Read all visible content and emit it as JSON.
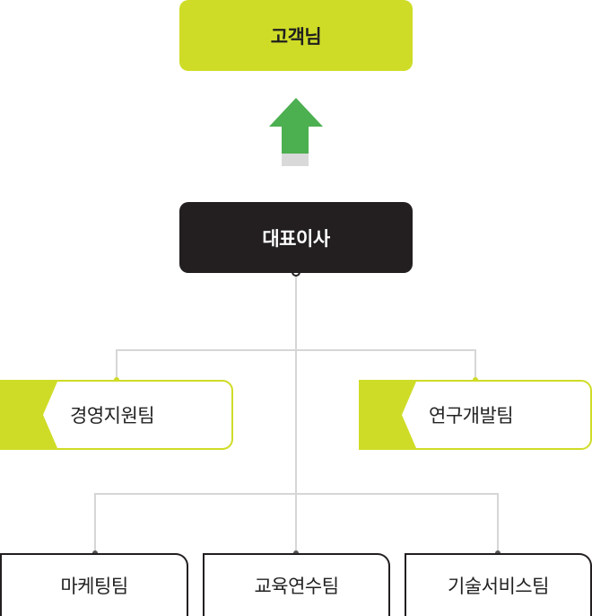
{
  "customer": {
    "label": "고객님"
  },
  "ceo": {
    "label": "대표이사"
  },
  "teams": {
    "left": "경영지원팀",
    "right": "연구개발팀"
  },
  "sub_teams": [
    "마케팅팀",
    "교육연수팀",
    "기술서비스팀"
  ],
  "colors": {
    "accent": "#cfdc27",
    "dark": "#231f20",
    "connector": "#d6d6d6",
    "arrow_green": "#4caf50",
    "arrow_shadow": "#d9d9d9"
  }
}
